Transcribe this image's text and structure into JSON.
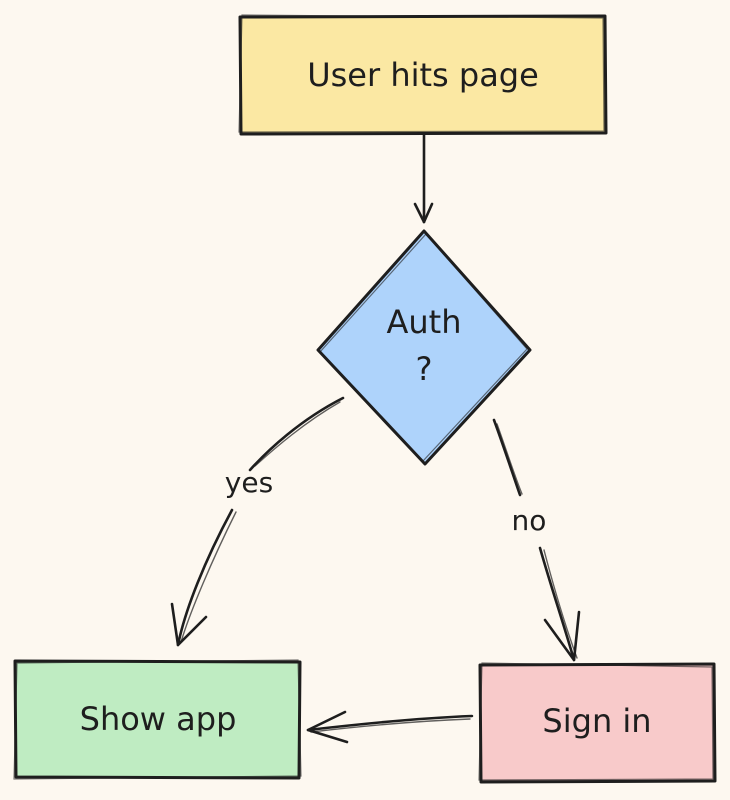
{
  "diagram": {
    "nodes": {
      "start": {
        "label": "User hits page",
        "color": "#fbe8a3"
      },
      "decision": {
        "line1": "Auth",
        "line2": "?",
        "color": "#aed3fb"
      },
      "show_app": {
        "label": "Show app",
        "color": "#bfecc2"
      },
      "sign_in": {
        "label": "Sign in",
        "color": "#f8caca"
      }
    },
    "edges": {
      "yes": {
        "label": "yes"
      },
      "no": {
        "label": "no"
      }
    },
    "stroke_color": "#1e1e1e",
    "background": "#fdf8f0"
  }
}
